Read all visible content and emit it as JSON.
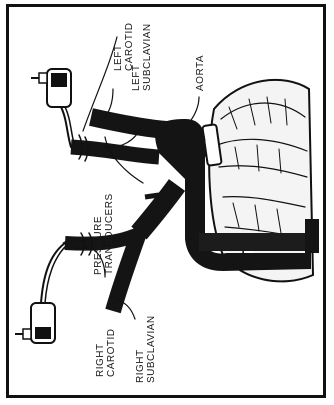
{
  "labels": {
    "left_carotid": "LEFT CAROTID",
    "left_subclavian": "LEFT SUBCLAVIAN",
    "aorta": "AORTA",
    "pressure_transducers": "PRESSURE TRANSDUCERS",
    "right_carotid": "RIGHT CAROTID",
    "right_subclavian": "RIGHT SUBCLAVIAN"
  },
  "colors": {
    "ink": "#111111",
    "background": "#ffffff"
  }
}
